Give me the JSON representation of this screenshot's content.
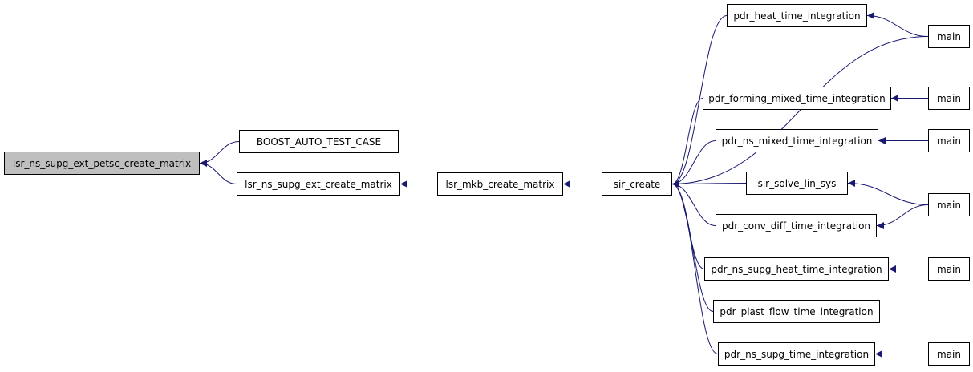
{
  "diagram": {
    "type": "call-graph",
    "edge_color": "#191970",
    "root_fill": "#bfbfbf",
    "nodes": {
      "root": "lsr_ns_supg_ext_petsc_create_matrix",
      "boost_auto_test_case": "BOOST_AUTO_TEST_CASE",
      "lsr_ns_supg_ext_create_matrix": "lsr_ns_supg_ext_create_matrix",
      "lsr_mkb_create_matrix": "lsr_mkb_create_matrix",
      "sir_create": "sir_create",
      "pdr_heat_time_integration": "pdr_heat_time_integration",
      "pdr_forming_mixed_time_integration": "pdr_forming_mixed_time_integration",
      "pdr_ns_mixed_time_integration": "pdr_ns_mixed_time_integration",
      "sir_solve_lin_sys": "sir_solve_lin_sys",
      "pdr_conv_diff_time_integration": "pdr_conv_diff_time_integration",
      "pdr_ns_supg_heat_time_integration": "pdr_ns_supg_heat_time_integration",
      "pdr_plast_flow_time_integration": "pdr_plast_flow_time_integration",
      "pdr_ns_supg_time_integration": "pdr_ns_supg_time_integration",
      "main_1": "main",
      "main_2": "main",
      "main_3": "main",
      "main_4": "main",
      "main_5": "main",
      "main_6": "main"
    },
    "edges": [
      [
        "boost_auto_test_case",
        "root"
      ],
      [
        "lsr_ns_supg_ext_create_matrix",
        "root"
      ],
      [
        "lsr_mkb_create_matrix",
        "lsr_ns_supg_ext_create_matrix"
      ],
      [
        "sir_create",
        "lsr_mkb_create_matrix"
      ],
      [
        "pdr_heat_time_integration",
        "sir_create"
      ],
      [
        "main_1",
        "sir_create"
      ],
      [
        "pdr_forming_mixed_time_integration",
        "sir_create"
      ],
      [
        "pdr_ns_mixed_time_integration",
        "sir_create"
      ],
      [
        "sir_solve_lin_sys",
        "sir_create"
      ],
      [
        "pdr_conv_diff_time_integration",
        "sir_create"
      ],
      [
        "pdr_ns_supg_heat_time_integration",
        "sir_create"
      ],
      [
        "pdr_plast_flow_time_integration",
        "sir_create"
      ],
      [
        "pdr_ns_supg_time_integration",
        "sir_create"
      ],
      [
        "main_1",
        "pdr_heat_time_integration"
      ],
      [
        "main_2",
        "pdr_forming_mixed_time_integration"
      ],
      [
        "main_3",
        "pdr_ns_mixed_time_integration"
      ],
      [
        "main_4",
        "sir_solve_lin_sys"
      ],
      [
        "main_4",
        "pdr_conv_diff_time_integration"
      ],
      [
        "main_5",
        "pdr_ns_supg_heat_time_integration"
      ],
      [
        "main_6",
        "pdr_ns_supg_time_integration"
      ]
    ]
  }
}
